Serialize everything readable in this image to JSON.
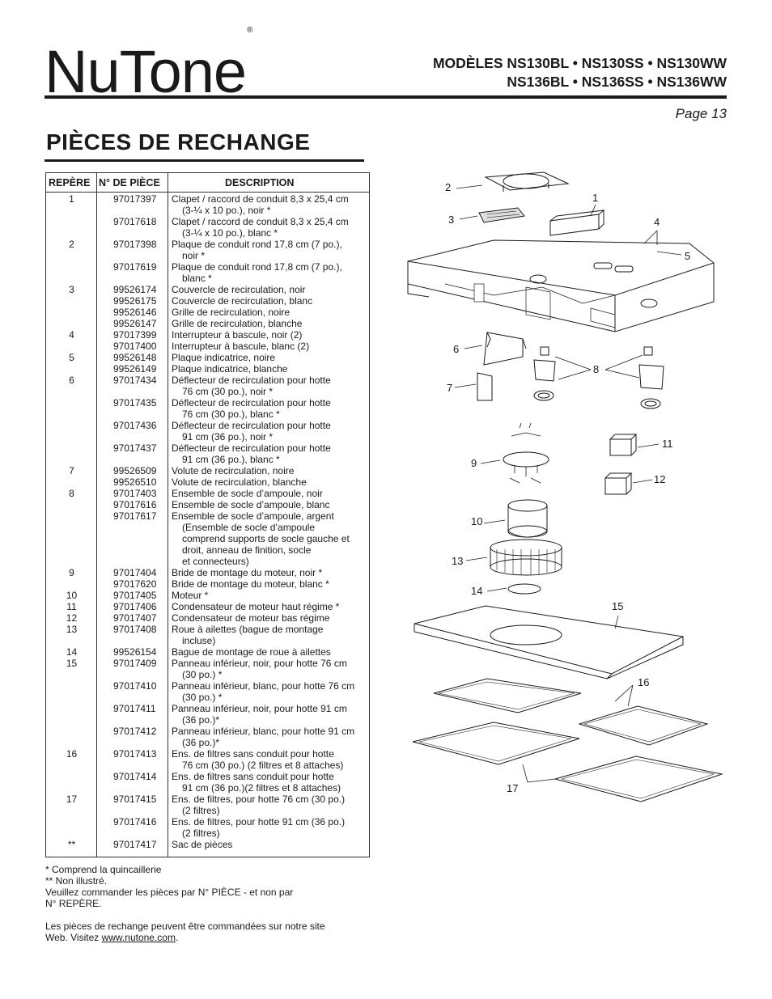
{
  "brand": {
    "name": "NuTone",
    "mark": "®"
  },
  "models": {
    "line1": "MODÈLES NS130BL • NS130SS • NS130WW",
    "line2": "NS136BL • NS136SS • NS136WW"
  },
  "page_label": "Page 13",
  "title": "PIÈCES DE RECHANGE",
  "table": {
    "headers": {
      "ref": "REPÈRE",
      "part": "N° DE PIÈCE",
      "desc": "DESCRIPTION"
    },
    "rows": [
      {
        "ref": "1",
        "part": "97017397",
        "desc": "Clapet / raccord de conduit 8,3 x 25,4 cm",
        "cont": "(3-¼ x 10 po.), noir *"
      },
      {
        "ref": "",
        "part": "97017618",
        "desc": "Clapet / raccord de conduit 8,3 x 25,4 cm",
        "cont": "(3-¼ x 10 po.), blanc *"
      },
      {
        "ref": "2",
        "part": "97017398",
        "desc": "Plaque de conduit rond 17,8 cm (7 po.),",
        "cont": "noir *"
      },
      {
        "ref": "",
        "part": "97017619",
        "desc": "Plaque de conduit rond 17,8 cm (7 po.),",
        "cont": "blanc *"
      },
      {
        "ref": "3",
        "part": "99526174",
        "desc": "Couvercle de recirculation, noir"
      },
      {
        "ref": "",
        "part": "99526175",
        "desc": "Couvercle de recirculation, blanc"
      },
      {
        "ref": "",
        "part": "99526146",
        "desc": "Grille de recirculation, noire"
      },
      {
        "ref": "",
        "part": "99526147",
        "desc": "Grille de recirculation, blanche"
      },
      {
        "ref": "4",
        "part": "97017399",
        "desc": "Interrupteur à bascule, noir (2)"
      },
      {
        "ref": "",
        "part": "97017400",
        "desc": "Interrupteur à bascule, blanc (2)"
      },
      {
        "ref": "5",
        "part": "99526148",
        "desc": "Plaque indicatrice, noire"
      },
      {
        "ref": "",
        "part": "99526149",
        "desc": "Plaque indicatrice, blanche"
      },
      {
        "ref": "6",
        "part": "97017434",
        "desc": "Déflecteur de recirculation pour hotte",
        "cont": "76 cm (30 po.), noir *"
      },
      {
        "ref": "",
        "part": "97017435",
        "desc": "Déflecteur de recirculation pour hotte",
        "cont": "76 cm (30 po.), blanc *"
      },
      {
        "ref": "",
        "part": "97017436",
        "desc": "Déflecteur de recirculation pour hotte",
        "cont": "91 cm (36 po.), noir *"
      },
      {
        "ref": "",
        "part": "97017437",
        "desc": "Déflecteur de recirculation pour hotte",
        "cont": "91 cm (36 po.), blanc *"
      },
      {
        "ref": "7",
        "part": "99526509",
        "desc": "Volute de recirculation, noire"
      },
      {
        "ref": "",
        "part": "99526510",
        "desc": "Volute de recirculation, blanche"
      },
      {
        "ref": "8",
        "part": "97017403",
        "desc": "Ensemble de socle d’ampoule, noir"
      },
      {
        "ref": "",
        "part": "97017616",
        "desc": "Ensemble de socle d’ampoule, blanc"
      },
      {
        "ref": "",
        "part": "97017617",
        "desc": "Ensemble de socle d’ampoule, argent",
        "cont": "(Ensemble de socle d’ampoule",
        "cont2": "comprend supports de socle gauche et",
        "cont3": "droit, anneau de finition, socle",
        "cont4": "et connecteurs)"
      },
      {
        "ref": "9",
        "part": "97017404",
        "desc": "Bride de montage du moteur, noir *"
      },
      {
        "ref": "",
        "part": "97017620",
        "desc": "Bride de montage du moteur, blanc *"
      },
      {
        "ref": "10",
        "part": "97017405",
        "desc": "Moteur *"
      },
      {
        "ref": "11",
        "part": "97017406",
        "desc": "Condensateur de moteur haut régime *"
      },
      {
        "ref": "12",
        "part": "97017407",
        "desc": "Condensateur de moteur bas régime"
      },
      {
        "ref": "13",
        "part": "97017408",
        "desc": "Roue à ailettes (bague de montage",
        "cont": "incluse)"
      },
      {
        "ref": "14",
        "part": "99526154",
        "desc": "Bague de montage de roue à ailettes"
      },
      {
        "ref": "15",
        "part": "97017409",
        "desc": "Panneau inférieur, noir, pour hotte 76 cm",
        "cont": "(30 po.) *"
      },
      {
        "ref": "",
        "part": "97017410",
        "desc": "Panneau inférieur, blanc, pour hotte 76 cm",
        "cont": "(30 po.) *"
      },
      {
        "ref": "",
        "part": "97017411",
        "desc": "Panneau inférieur, noir, pour hotte 91 cm",
        "cont": "(36 po.)*"
      },
      {
        "ref": "",
        "part": "97017412",
        "desc": "Panneau inférieur, blanc, pour hotte 91 cm",
        "cont": "(36 po.)*"
      },
      {
        "ref": "16",
        "part": "97017413",
        "desc": "Ens. de filtres sans conduit pour hotte",
        "cont": "76 cm (30 po.) (2 filtres et 8 attaches)"
      },
      {
        "ref": "",
        "part": "97017414",
        "desc": "Ens. de filtres sans conduit pour hotte",
        "cont": "91 cm (36 po.)(2 filtres et 8 attaches)"
      },
      {
        "ref": "17",
        "part": "97017415",
        "desc": "Ens. de filtres, pour hotte 76 cm (30 po.)",
        "cont": "(2 filtres)"
      },
      {
        "ref": "",
        "part": "97017416",
        "desc": "Ens. de filtres, pour hotte 91 cm (36 po.)",
        "cont": "(2 filtres)"
      },
      {
        "ref": "**",
        "part": "97017417",
        "desc": "Sac de pièces"
      }
    ]
  },
  "notes": {
    "n1": "* Comprend la quincaillerie",
    "n2": "** Non illustré.",
    "n3": "Veuillez commander les pièces par N° PIÈCE - et non par",
    "n4": "N° REPÈRE.",
    "n5": "Les pièces de rechange peuvent être commandées sur notre site",
    "n6a": "Web. Visitez ",
    "link": "www.nutone.com",
    "n6b": "."
  },
  "diagram": {
    "callouts": [
      "1",
      "2",
      "3",
      "4",
      "5",
      "6",
      "7",
      "8",
      "9",
      "10",
      "11",
      "12",
      "13",
      "14",
      "15",
      "16",
      "17"
    ]
  }
}
